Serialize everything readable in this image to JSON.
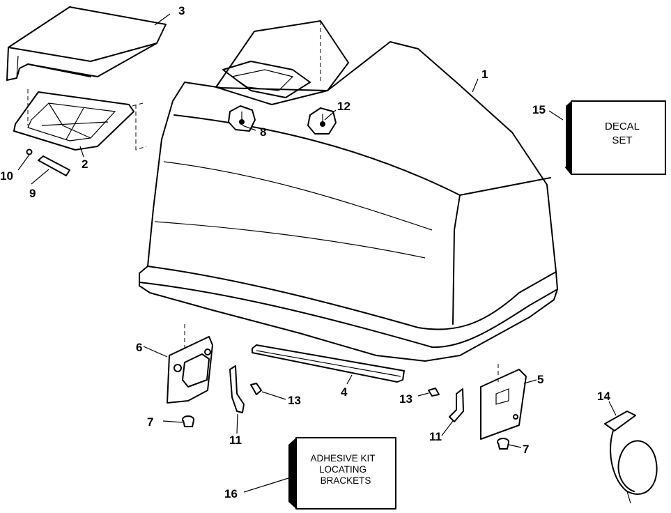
{
  "callouts": {
    "c1": "1",
    "c2": "2",
    "c3": "3",
    "c4": "4",
    "c5": "5",
    "c6": "6",
    "c7a": "7",
    "c7b": "7",
    "c8": "8",
    "c9": "9",
    "c10": "10",
    "c11a": "11",
    "c11b": "11",
    "c12": "12",
    "c13a": "13",
    "c13b": "13",
    "c14": "14",
    "c15": "15",
    "c16": "16"
  },
  "decal_box": {
    "line1": "DECAL",
    "line2": "SET"
  },
  "adhesive_box": {
    "line1": "ADHESIVE KIT",
    "line2": "LOCATING",
    "line3": "BRACKETS"
  }
}
